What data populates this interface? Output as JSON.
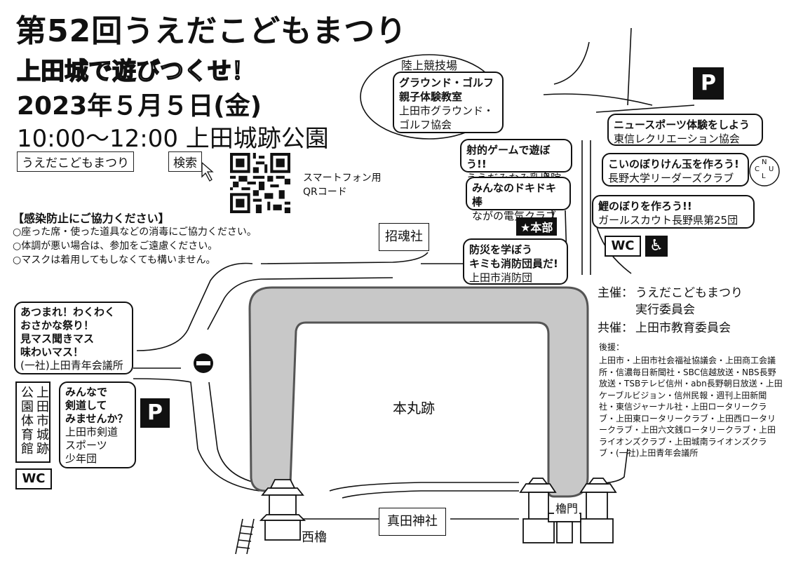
{
  "header": {
    "title": "第52回うえだこどもまつり",
    "subtitle": "上田城で遊びつくせ！",
    "date": "2023年５月５日(金)",
    "time_place": "10:00〜12:00 上田城跡公園",
    "search_text": "うえだこどもまつり",
    "search_button": "検索",
    "qr_label_1": "スマートフォン用",
    "qr_label_2": "QRコード"
  },
  "notice": {
    "heading": "【感染防止にご協力ください】",
    "lines": [
      "○座った席・使った道具などの消毒にご協力ください。",
      "○体調が悪い場合は、参加をご遠慮ください。",
      "○マスクは着用してもしなくても構いません。"
    ]
  },
  "places": {
    "stadium": "陸上競技場",
    "shokonsha": "招魂社",
    "honmaru": "本丸跡",
    "sanada": "真田神社",
    "nishi_yagura": "西櫓",
    "yagura_mon": "櫓門",
    "gym_left": "公園体育館",
    "gym_right": "上田市城跡",
    "honbu": "★本部",
    "parking": "P",
    "wc": "WC",
    "accessible": "♿",
    "nlc": [
      "N",
      "L",
      "U",
      "C"
    ]
  },
  "events": {
    "ground_golf": {
      "h1": "グラウンド・ゴルフ",
      "h2": "親子体験教室",
      "s1": "上田市グラウンド・",
      "s2": "ゴルフ協会"
    },
    "shooting": {
      "h1": "射的ゲームで遊ぼう!!",
      "s1": "うえだみなみ乳児院"
    },
    "dokidoki": {
      "h1": "みんなのドキドキ棒",
      "s1": "ながの電気クラブ"
    },
    "bousai": {
      "h1": "防災を学ぼう",
      "h2": "キミも消防団員だ!",
      "s1": "上田市消防団"
    },
    "new_sports": {
      "h1": "ニュースポーツ体験をしよう",
      "s1": "東信レクリエーション協会"
    },
    "koinobori_ball": {
      "h1": "こいのぼりけん玉を作ろう!",
      "s1": "長野大学リーダーズクラブ"
    },
    "koinobori": {
      "h1": "鯉のぼりを作ろう!!",
      "s1": "ガールスカウト長野県第25団"
    },
    "fish": {
      "h1": "あつまれ！わくわく",
      "h2": "おさかな祭り！",
      "h3": "見マス聞きマス",
      "h4": "味わいマス！",
      "s1": "(一社)上田青年会議所"
    },
    "kendo": {
      "h1": "みんなで",
      "h2": "剣道して",
      "h3": "みませんか？",
      "s1": "上田市剣道",
      "s2": "スポーツ",
      "s3": "少年団"
    }
  },
  "organizers": {
    "host_label": "主催：",
    "host_1": "うえだこどもまつり",
    "host_2": "実行委員会",
    "cohost_label": "共催：",
    "cohost": "上田市教育委員会",
    "support_label": "後援：",
    "support_text": "上田市・上田市社会福祉協議会・上田商工会議所・信濃毎日新聞社・SBC信越放送・NBS長野放送・TSBテレビ信州・abn長野朝日放送・上田ケーブルビジョン・信州民報・週刊上田新聞社・東信ジャーナル社・上田ロータリークラブ・上田東ロータリークラブ・上田西ロータリークラブ・上田六文銭ロータリークラブ・上田ライオンズクラブ・上田城南ライオンズクラブ・(一社)上田青年会議所"
  },
  "colors": {
    "moat": "#c8c8c8",
    "ink": "#111111",
    "paper": "#ffffff"
  }
}
